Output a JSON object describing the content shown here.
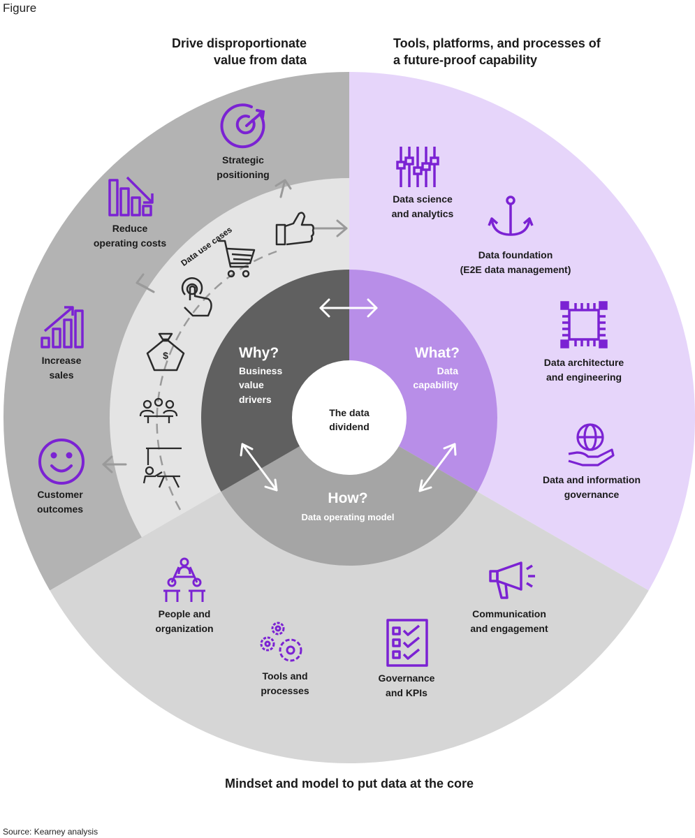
{
  "figure_label": "Figure",
  "headings": {
    "top_left": [
      "Drive disproportionate",
      "value from data"
    ],
    "top_right": [
      "Tools, platforms, and processes of",
      "a future-proof capability"
    ],
    "bottom": "Mindset and model to put data at the core"
  },
  "center": [
    "The data",
    "dividend"
  ],
  "inner": {
    "why": {
      "title": "Why?",
      "sub": [
        "Business",
        "value",
        "drivers"
      ]
    },
    "what": {
      "title": "What?",
      "sub": [
        "Data",
        "capability"
      ]
    },
    "how": {
      "title": "How?",
      "sub": "Data operating model"
    }
  },
  "arc_label": "Data use cases",
  "value_items": [
    {
      "icon": "target-icon",
      "label": [
        "Strategic",
        "positioning"
      ]
    },
    {
      "icon": "declining-bar-chart-icon",
      "label": [
        "Reduce",
        "operating costs"
      ]
    },
    {
      "icon": "rising-bar-chart-icon",
      "label": [
        "Increase",
        "sales"
      ]
    },
    {
      "icon": "smiley-face-icon",
      "label": [
        "Customer",
        "outcomes"
      ]
    }
  ],
  "capability_items": [
    {
      "icon": "sliders-icon",
      "label": [
        "Data science",
        "and analytics"
      ]
    },
    {
      "icon": "anchor-icon",
      "label": [
        "Data foundation",
        "(E2E data management)"
      ]
    },
    {
      "icon": "chip-icon",
      "label": [
        "Data architecture",
        "and engineering"
      ]
    },
    {
      "icon": "globe-in-hand-icon",
      "label": [
        "Data and information",
        "governance"
      ]
    }
  ],
  "model_items": [
    {
      "icon": "people-org-icon",
      "label": [
        "People and",
        "organization"
      ]
    },
    {
      "icon": "gears-icon",
      "label": [
        "Tools and",
        "processes"
      ]
    },
    {
      "icon": "checklist-icon",
      "label": [
        "Governance",
        "and KPIs"
      ]
    },
    {
      "icon": "megaphone-icon",
      "label": [
        "Communication",
        "and engagement"
      ]
    }
  ],
  "source": "Source: Kearney analysis",
  "colors": {
    "purple": "#7b22d3",
    "light_purple": "#e6d5fa",
    "mid_purple": "#b88ee8",
    "dark_gray": "#606060",
    "mid_gray": "#b3b3b3",
    "light_gray": "#d6d6d6",
    "pale_gray": "#e4e4e4"
  }
}
